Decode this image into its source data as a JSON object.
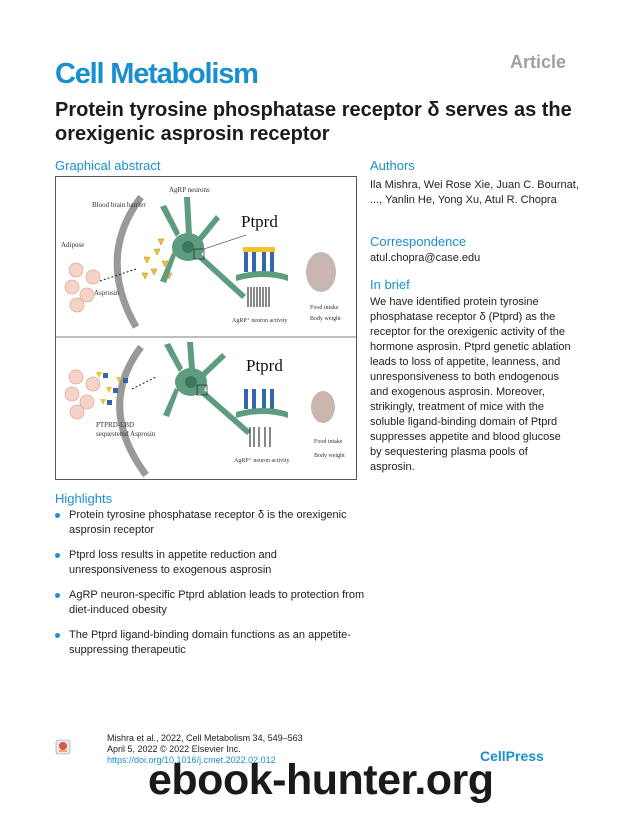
{
  "header": {
    "journal": "Cell Metabolism",
    "article_type": "Article",
    "title": "Protein tyrosine phosphatase receptor δ serves as the orexigenic asprosin receptor"
  },
  "graphical_abstract": {
    "heading": "Graphical abstract",
    "labels": {
      "agrp_neurons": "AgRP neurons",
      "bbb": "Blood brain barrier",
      "adipose": "Adipose",
      "ptprd_top": "Ptprd",
      "asprosin": "Asprosin",
      "agrp_activity_top": "AgRP⁺ neuron activity",
      "food_intake_top": "Food intake",
      "body_weight_top": "Body weight",
      "ptprd_bottom": "Ptprd",
      "ptprd_lbd_1": "PTPRD-LBD",
      "ptprd_lbd_2": "sequestered Asprosin",
      "agrp_activity_bottom": "AgRP⁺ neuron activity",
      "food_intake_bottom": "Food intake",
      "body_weight_bottom": "Body weight"
    }
  },
  "authors": {
    "heading": "Authors",
    "text": "Ila Mishra, Wei Rose Xie, Juan C. Bournat, ..., Yanlin He, Yong Xu, Atul R. Chopra"
  },
  "correspondence": {
    "heading": "Correspondence",
    "email": "atul.chopra@case.edu"
  },
  "in_brief": {
    "heading": "In brief",
    "text": "We have identified protein tyrosine phosphatase receptor δ (Ptprd) as the receptor for the orexigenic activity of the hormone asprosin. Ptprd genetic ablation leads to loss of appetite, leanness, and unresponsiveness to both endogenous and exogenous asprosin. Moreover, strikingly, treatment of mice with the soluble ligand-binding domain of Ptprd suppresses appetite and blood glucose by sequestering plasma pools of asprosin."
  },
  "highlights": {
    "heading": "Highlights",
    "items": [
      "Protein tyrosine phosphatase receptor δ is the orexigenic asprosin receptor",
      "Ptprd loss results in appetite reduction and unresponsiveness to exogenous asprosin",
      "AgRP neuron-specific Ptprd ablation leads to protection from diet-induced obesity",
      "The Ptprd ligand-binding domain functions as an appetite-suppressing therapeutic"
    ]
  },
  "footer": {
    "citation_line1": "Mishra et al., 2022, Cell Metabolism 34, 549–563",
    "citation_line2": "April 5, 2022 © 2022 Elsevier Inc.",
    "doi": "https://doi.org/10.1016/j.cmet.2022.02.012",
    "publisher": "CellPress",
    "watermark": "ebook-hunter.org"
  },
  "colors": {
    "accent": "#1a8fce",
    "neuron": "#5e9c7f",
    "asprosin": "#f2c230"
  }
}
